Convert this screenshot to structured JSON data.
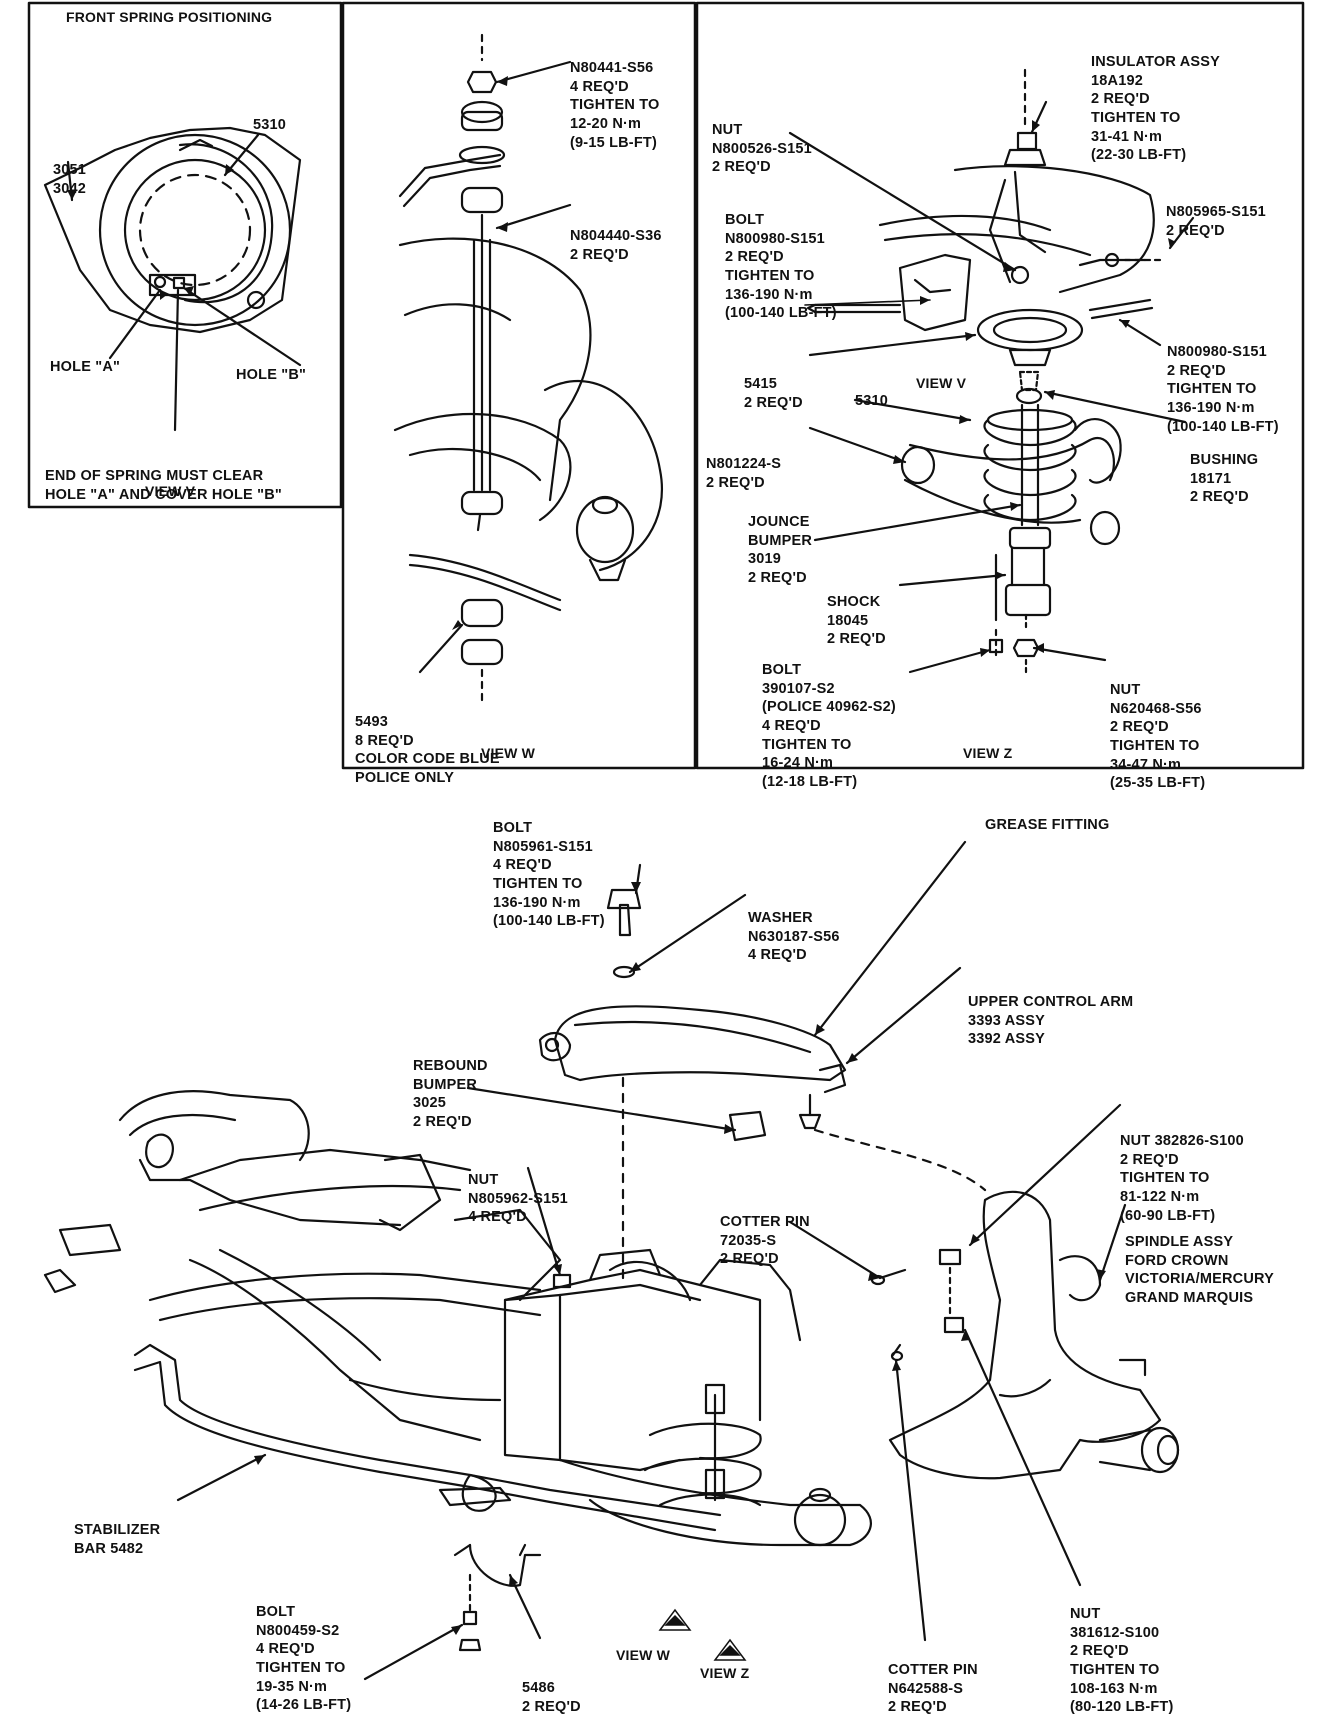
{
  "view_v": {
    "title": "FRONT SPRING POSITIONING",
    "part_3051_3042": [
      "3051",
      "3042"
    ],
    "part_5310": "5310",
    "hole_a": "HOLE \"A\"",
    "hole_b": "HOLE \"B\"",
    "note": [
      "END OF SPRING MUST CLEAR",
      "HOLE \"A\" AND COVER HOLE \"B\""
    ],
    "view_label": "VIEW V"
  },
  "view_w": {
    "nut_top": [
      "N80441-S56",
      "4 REQ'D",
      "TIGHTEN TO",
      "12-20 N·m",
      "(9-15 LB-FT)"
    ],
    "nut_mid": [
      "N804440-S36",
      "2 REQ'D"
    ],
    "part_5493": [
      "5493",
      "8 REQ'D",
      "COLOR CODE BLUE",
      "POLICE ONLY"
    ],
    "view_label": "VIEW W"
  },
  "view_z": {
    "insulator": [
      "INSULATOR ASSY",
      "18A192",
      "2 REQ'D",
      "TIGHTEN TO",
      "31-41 N·m",
      "(22-30 LB-FT)"
    ],
    "nut_n800526": [
      "NUT",
      "N800526-S151",
      "2 REQ'D"
    ],
    "bolt_n800980": [
      "BOLT",
      "N800980-S151",
      "2 REQ'D",
      "TIGHTEN TO",
      "136-190 N·m",
      "(100-140 LB-FT)"
    ],
    "n805965": [
      "N805965-S151",
      "2 REQ'D"
    ],
    "n800980_right": [
      "N800980-S151",
      "2 REQ'D",
      "TIGHTEN TO",
      "136-190 N·m",
      "(100-140 LB-FT)"
    ],
    "part_5415": [
      "5415",
      "2 REQ'D"
    ],
    "view_v_callout": "VIEW V",
    "part_5310": "5310",
    "bushing": [
      "BUSHING",
      "18171",
      "2 REQ'D"
    ],
    "n801224": [
      "N801224-S",
      "2 REQ'D"
    ],
    "jounce": [
      "JOUNCE",
      "BUMPER",
      "3019",
      "2 REQ'D"
    ],
    "shock": [
      "SHOCK",
      "18045",
      "2 REQ'D"
    ],
    "bolt_390107": [
      "BOLT",
      "390107-S2",
      "(POLICE 40962-S2)",
      "4 REQ'D",
      "TIGHTEN TO",
      "16-24 N·m",
      "(12-18 LB-FT)"
    ],
    "nut_620468": [
      "NUT",
      "N620468-S56",
      "2 REQ'D",
      "TIGHTEN TO",
      "34-47 N·m",
      "(25-35 LB-FT)"
    ],
    "view_label": "VIEW Z"
  },
  "main": {
    "bolt_n805961": [
      "BOLT",
      "N805961-S151",
      "4 REQ'D",
      "TIGHTEN TO",
      "136-190 N·m",
      "(100-140 LB-FT)"
    ],
    "washer": [
      "WASHER",
      "N630187-S56",
      "4 REQ'D"
    ],
    "grease": "GREASE FITTING",
    "upper_arm": [
      "UPPER CONTROL ARM",
      "3393 ASSY",
      "3392 ASSY"
    ],
    "rebound": [
      "REBOUND",
      "BUMPER",
      "3025",
      "2 REQ'D"
    ],
    "nut_382826": [
      "NUT 382826-S100",
      "2 REQ'D",
      "TIGHTEN TO",
      "81-122 N·m",
      "(60-90 LB-FT)"
    ],
    "nut_n805962": [
      "NUT",
      "N805962-S151",
      "4 REQ'D"
    ],
    "cotter_72035": [
      "COTTER PIN",
      "72035-S",
      "2 REQ'D"
    ],
    "spindle": [
      "SPINDLE ASSY",
      "FORD CROWN",
      "VICTORIA/MERCURY",
      "GRAND MARQUIS"
    ],
    "stabilizer": [
      "STABILIZER",
      "BAR 5482"
    ],
    "nut_381612": [
      "NUT",
      "381612-S100",
      "2 REQ'D",
      "TIGHTEN TO",
      "108-163 N·m",
      "(80-120 LB-FT)"
    ],
    "bolt_n800459": [
      "BOLT",
      "N800459-S2",
      "4 REQ'D",
      "TIGHTEN TO",
      "19-35 N·m",
      "(14-26 LB-FT)"
    ],
    "part_5486": [
      "5486",
      "2 REQ'D"
    ],
    "view_w_marker": "VIEW W",
    "cotter_n642588": [
      "COTTER PIN",
      "N642588-S",
      "2 REQ'D"
    ],
    "view_z_marker": "VIEW Z"
  }
}
